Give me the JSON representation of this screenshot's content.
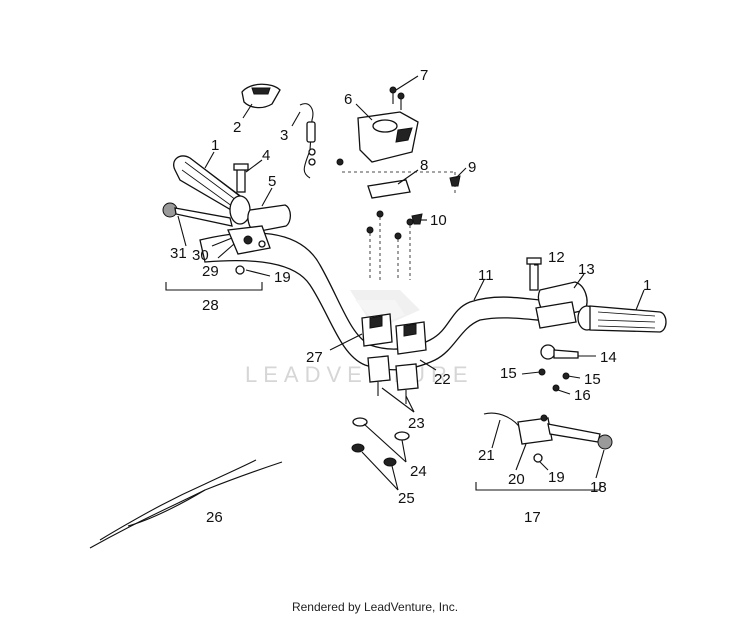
{
  "watermark": "LEADVENTURE",
  "footer": "Rendered by LeadVenture, Inc.",
  "callouts": {
    "c1a": "1",
    "c1b": "1",
    "c2": "2",
    "c3": "3",
    "c4": "4",
    "c5": "5",
    "c6": "6",
    "c7": "7",
    "c8": "8",
    "c9": "9",
    "c10": "10",
    "c11": "11",
    "c12": "12",
    "c13": "13",
    "c14": "14",
    "c15a": "15",
    "c15b": "15",
    "c16": "16",
    "c17": "17",
    "c18": "18",
    "c19a": "19",
    "c19b": "19",
    "c20": "20",
    "c21": "21",
    "c22": "22",
    "c23": "23",
    "c24": "24",
    "c25": "25",
    "c26": "26",
    "c27": "27",
    "c28": "28",
    "c29": "29",
    "c30": "30",
    "c31": "31"
  }
}
